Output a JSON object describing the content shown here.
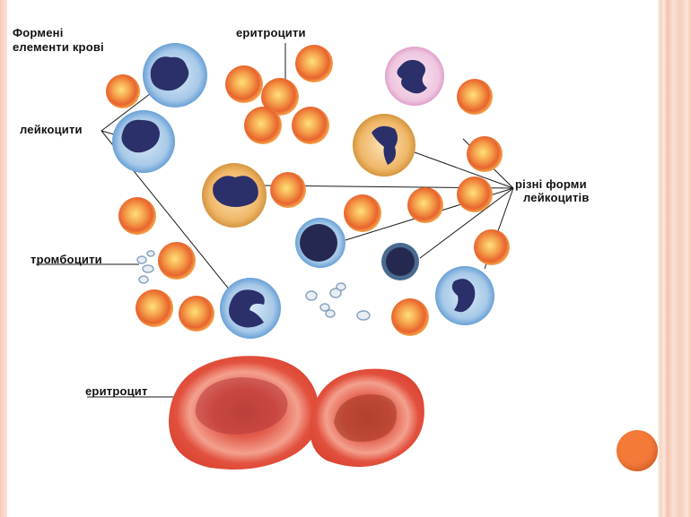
{
  "labels": {
    "title_line1": "Формені",
    "title_line2": "елементи крові",
    "erythrocytes": "еритроцити",
    "leukocytes": "лейкоцити",
    "leukocyte_forms_line1": "різні форми",
    "leukocyte_forms_line2": "лейкоцитів",
    "thrombocytes": "тромбоцити",
    "erythrocyte": "еритроцит"
  },
  "colors": {
    "accent": "#f47a3a",
    "rbc": "#e8642e",
    "rbc_center": "#ffd36a",
    "leukocyte_cytoplasm": "#7fb0dc",
    "nucleus": "#2b2f6a",
    "eosinophil_granules": "#e9a24a",
    "basophil_cytoplasm": "#e6b3d6",
    "large_rbc": "#e0483a"
  }
}
